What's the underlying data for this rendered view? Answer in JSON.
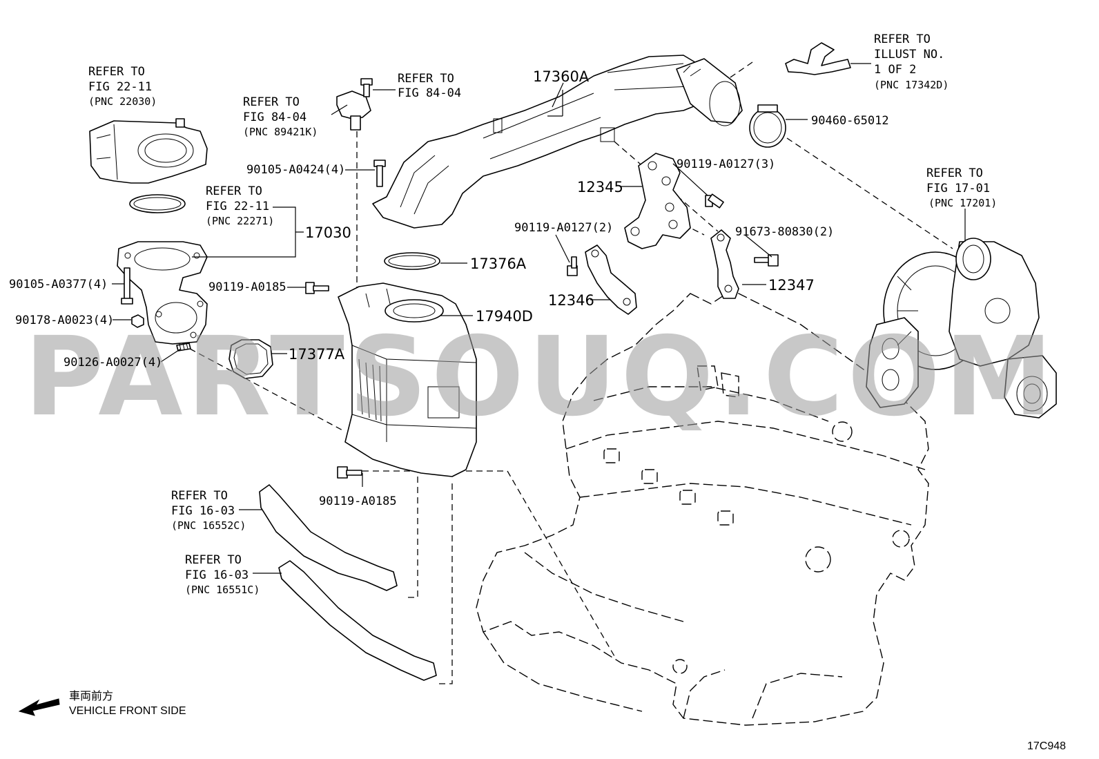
{
  "watermark": "PARTSOUQ.COM",
  "diagram_code": "17C948",
  "direction": {
    "jp": "車両前方",
    "en": "VEHICLE FRONT SIDE"
  },
  "parts": {
    "p17360A": "17360A",
    "p17030": "17030",
    "p17376A": "17376A",
    "p17940D": "17940D",
    "p17377A": "17377A",
    "p12345": "12345",
    "p12346": "12346",
    "p12347": "12347",
    "p90460": "90460-65012",
    "p90119_0127_3": "90119-A0127(3)",
    "p90119_0127_2": "90119-A0127(2)",
    "p91673": "91673-80830(2)",
    "p90105_0424": "90105-A0424(4)",
    "p90105_0377": "90105-A0377(4)",
    "p90178": "90178-A0023(4)",
    "p90126": "90126-A0027(4)",
    "p90119_0185a": "90119-A0185",
    "p90119_0185b": "90119-A0185"
  },
  "refs": {
    "r22030": {
      "l1": "REFER TO",
      "l2": "FIG 22-11",
      "l3": "(PNC 22030)"
    },
    "r84_bolt": {
      "l1": "REFER TO",
      "l2": "FIG 84-04"
    },
    "r89421": {
      "l1": "REFER TO",
      "l2": "FIG 84-04",
      "l3": "(PNC 89421K)"
    },
    "r22271": {
      "l1": "REFER TO",
      "l2": "FIG 22-11",
      "l3": "(PNC 22271)"
    },
    "r17342": {
      "l1": "REFER TO",
      "l2": "ILLUST NO.",
      "l3": "1 OF 2",
      "l4": "(PNC 17342D)"
    },
    "r17201": {
      "l1": "REFER TO",
      "l2": "FIG 17-01",
      "l3": "(PNC 17201)"
    },
    "r16552": {
      "l1": "REFER TO",
      "l2": "FIG 16-03",
      "l3": "(PNC 16552C)"
    },
    "r16551": {
      "l1": "REFER TO",
      "l2": "FIG 16-03",
      "l3": "(PNC 16551C)"
    }
  }
}
